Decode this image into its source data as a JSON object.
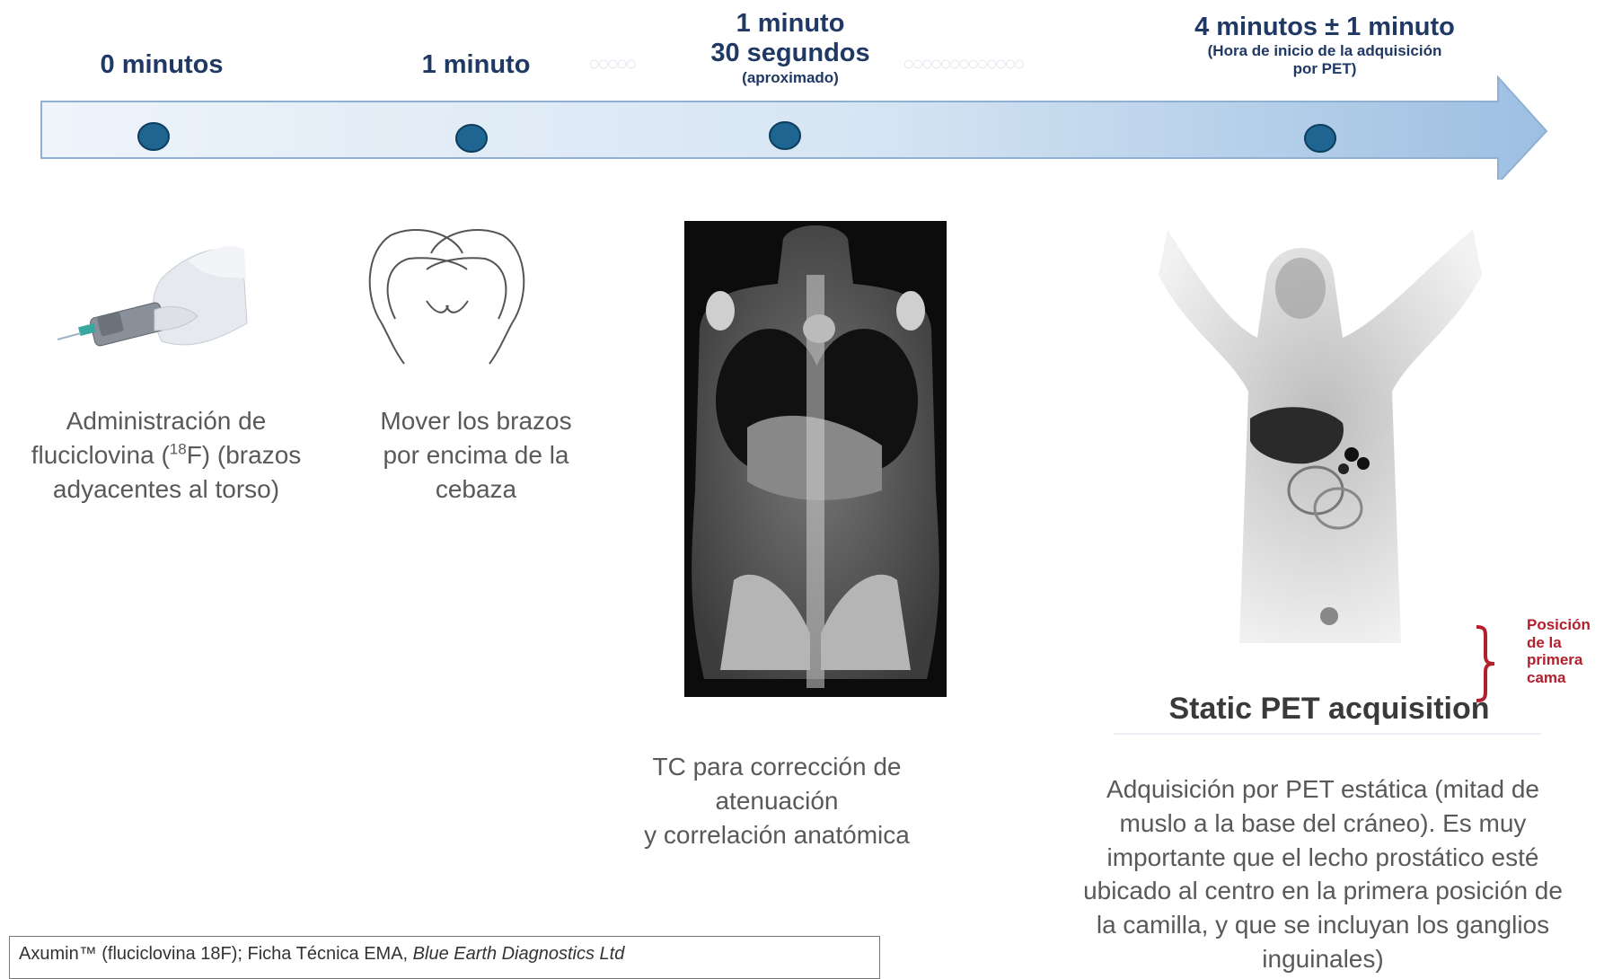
{
  "timeline": {
    "points": [
      {
        "label": "0 minutos"
      },
      {
        "label": "1 minuto"
      },
      {
        "label_line1": "1 minuto",
        "label_line2": "30 segundos",
        "note": "(aproximado)"
      },
      {
        "label": "4 minutos ± 1 minuto",
        "note_line1": "(Hora de inicio de la adquisición",
        "note_line2": "por PET)"
      }
    ],
    "colors": {
      "arrow_light": "#eaf1f9",
      "arrow_dark": "#a6c4e4",
      "dot": "#1e6591",
      "label": "#1f3864"
    }
  },
  "steps": {
    "injection": {
      "line1": "Administración de",
      "line2_a": "fluciclovina (",
      "line2_sup": "18",
      "line2_b": "F) (brazos",
      "line3": "adyacentes al torso)"
    },
    "arms": {
      "line1": "Mover los brazos",
      "line2": "por encima de la",
      "line3": "cebaza"
    },
    "ct": {
      "line1": "TC para corrección de",
      "line2": "atenuación",
      "line3": "y correlación anatómica"
    },
    "pet": {
      "image_title": "Static PET acquisition",
      "bed_label_lines": [
        "Posición",
        "de la",
        "primera",
        "cama"
      ],
      "desc_lines": [
        "Adquisición por PET estática (mitad de",
        "muslo a la base del cráneo). Es muy",
        "importante que el lecho prostático esté",
        "ubicado al centro en la primera posición de",
        "la camilla, y que se incluyan los ganglios",
        "inguinales)"
      ]
    }
  },
  "reference": {
    "text_plain": "Axumin™ (fluciclovina 18F); Ficha Técnica EMA, ",
    "text_italic": "Blue Earth Diagnostics Ltd"
  },
  "icons": [
    "syringe-hand-icon",
    "raised-arms-icon",
    "ct-scan-image",
    "pet-scan-image",
    "bracket-icon"
  ]
}
